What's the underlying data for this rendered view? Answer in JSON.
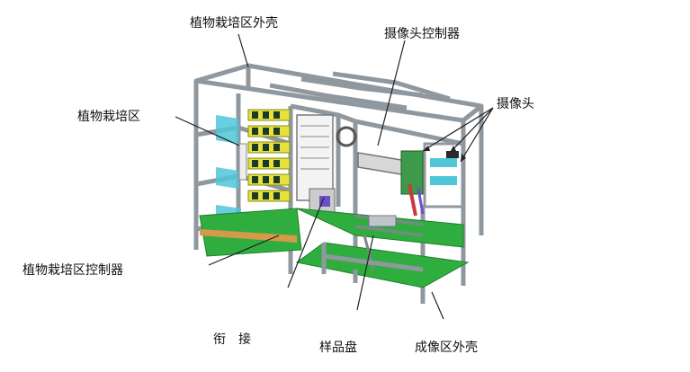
{
  "labels": {
    "plant_shell": "植物栽培区外壳",
    "camera_controller": "摄像头控制器",
    "plant_area": "植物栽培区",
    "camera": "摄像头",
    "plant_controller": "植物栽培区控制器",
    "connector": "衔接",
    "sample_tray": "样品盘",
    "imaging_shell": "成像区外壳"
  },
  "colors": {
    "frame": "#9aa3ab",
    "frame_dark": "#6e767d",
    "floor_green": "#2fae3f",
    "floor_green_dark": "#1f7f2c",
    "panel_cyan": "#4fc7d8",
    "shelf_yellow": "#e6e23a",
    "plant_dark": "#1c3a2a",
    "accent_red": "#c8383f",
    "accent_purple": "#6b4fc9"
  }
}
